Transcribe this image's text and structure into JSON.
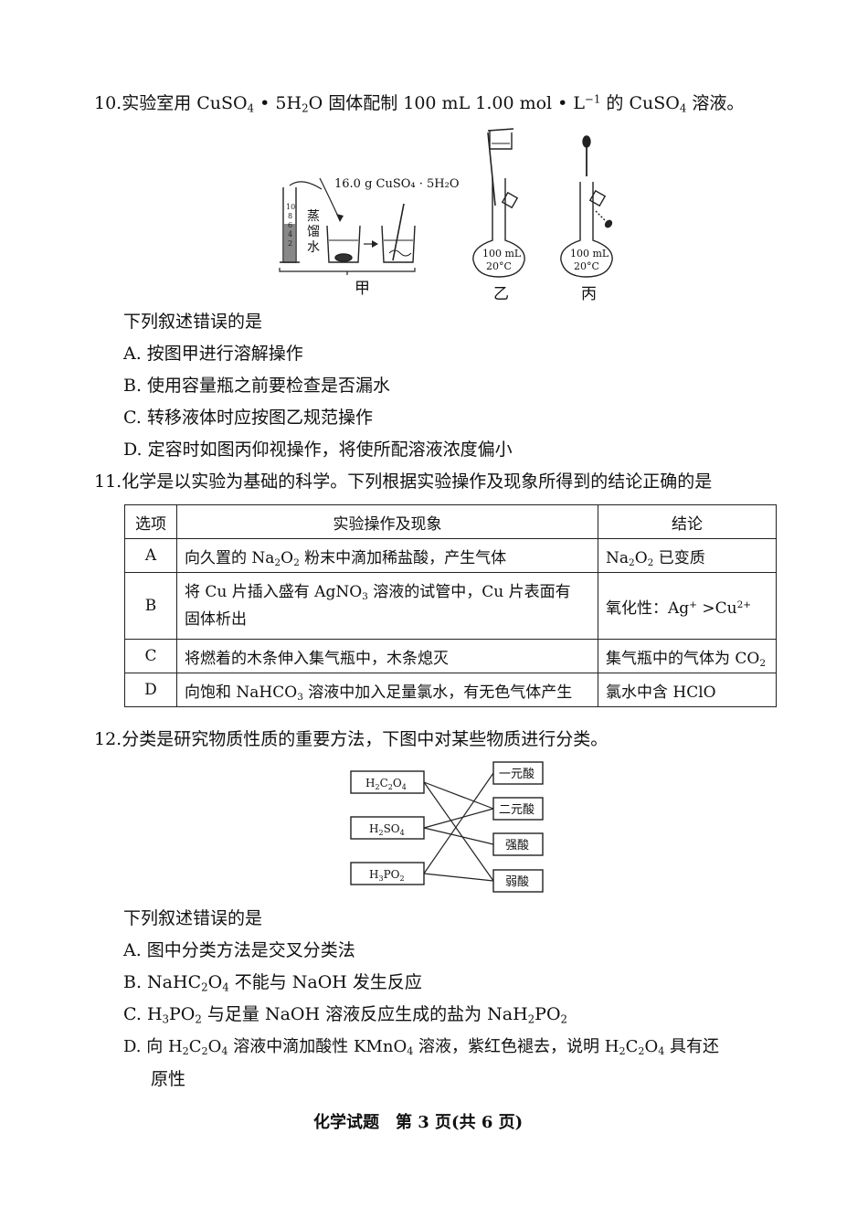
{
  "q10": {
    "num": "10.",
    "stem_parts": [
      "实验室用 CuSO",
      "4",
      " • 5H",
      "2",
      "O 固体配制 100 mL 1.00 mol • L",
      "−1",
      " 的 CuSO",
      "4",
      " 溶液。"
    ],
    "figure": {
      "mass_label": "16.0 g CuSO₄ · 5H₂O",
      "water_label": [
        "蒸",
        "馏",
        "水"
      ],
      "cylinder_ticks": [
        "10",
        "8",
        "6",
        "4",
        "2"
      ],
      "flask_label": [
        "100 mL",
        "20°C"
      ],
      "flask_label_2": [
        "100 mL",
        "20°C"
      ],
      "captions": [
        "甲",
        "乙",
        "丙"
      ]
    },
    "prompt": "下列叙述错误的是",
    "options": [
      "A. 按图甲进行溶解操作",
      "B. 使用容量瓶之前要检查是否漏水",
      "C. 转移液体时应按图乙规范操作",
      "D. 定容时如图丙仰视操作，将使所配溶液浓度偏小"
    ]
  },
  "q11": {
    "num": "11.",
    "stem": "化学是以实验为基础的科学。下列根据实验操作及现象所得到的结论正确的是",
    "headers": [
      "选项",
      "实验操作及现象",
      "结论"
    ],
    "rows": [
      {
        "opt": "A",
        "op": [
          "向久置的 Na",
          "2",
          "O",
          "2",
          " 粉末中滴加稀盐酸，产生气体"
        ],
        "concl": [
          "Na",
          "2",
          "O",
          "2",
          " 已变质"
        ]
      },
      {
        "opt": "B",
        "op1": [
          "将 Cu 片插入盛有 AgNO",
          "3",
          " 溶液的试管中，Cu 片表面有"
        ],
        "op2": "固体析出",
        "concl": [
          "氧化性：Ag",
          "+",
          " >Cu",
          "2+"
        ]
      },
      {
        "opt": "C",
        "op": "将燃着的木条伸入集气瓶中，木条熄灭",
        "concl": [
          "集气瓶中的气体为 CO",
          "2"
        ]
      },
      {
        "opt": "D",
        "op": [
          "向饱和 NaHCO",
          "3",
          " 溶液中加入足量氯水，有无色气体产生"
        ],
        "concl": "氯水中含 HClO"
      }
    ]
  },
  "q12": {
    "num": "12.",
    "stem": "分类是研究物质性质的重要方法，下图中对某些物质进行分类。",
    "left_boxes": [
      [
        "H",
        "2",
        "C",
        "2",
        "O",
        "4"
      ],
      [
        "H",
        "2",
        "SO",
        "4"
      ],
      [
        "H",
        "3",
        "PO",
        "2"
      ]
    ],
    "right_boxes": [
      "一元酸",
      "二元酸",
      "强酸",
      "弱酸"
    ],
    "prompt": "下列叙述错误的是",
    "optA": "A. 图中分类方法是交叉分类法",
    "optB": [
      "B. NaHC",
      "2",
      "O",
      "4",
      " 不能与 NaOH 发生反应"
    ],
    "optC": [
      "C. H",
      "3",
      "PO",
      "2",
      " 与足量 NaOH 溶液反应生成的盐为 NaH",
      "2",
      "PO",
      "2"
    ],
    "optD1": [
      "D. 向 H",
      "2",
      "C",
      "2",
      "O",
      "4",
      " 溶液中滴加酸性 KMnO",
      "4",
      " 溶液，紫红色褪去，说明 H",
      "2",
      "C",
      "2",
      "O",
      "4",
      " 具有还"
    ],
    "optD2": "原性"
  },
  "footer": "化学试题　第 3 页(共 6 页)"
}
